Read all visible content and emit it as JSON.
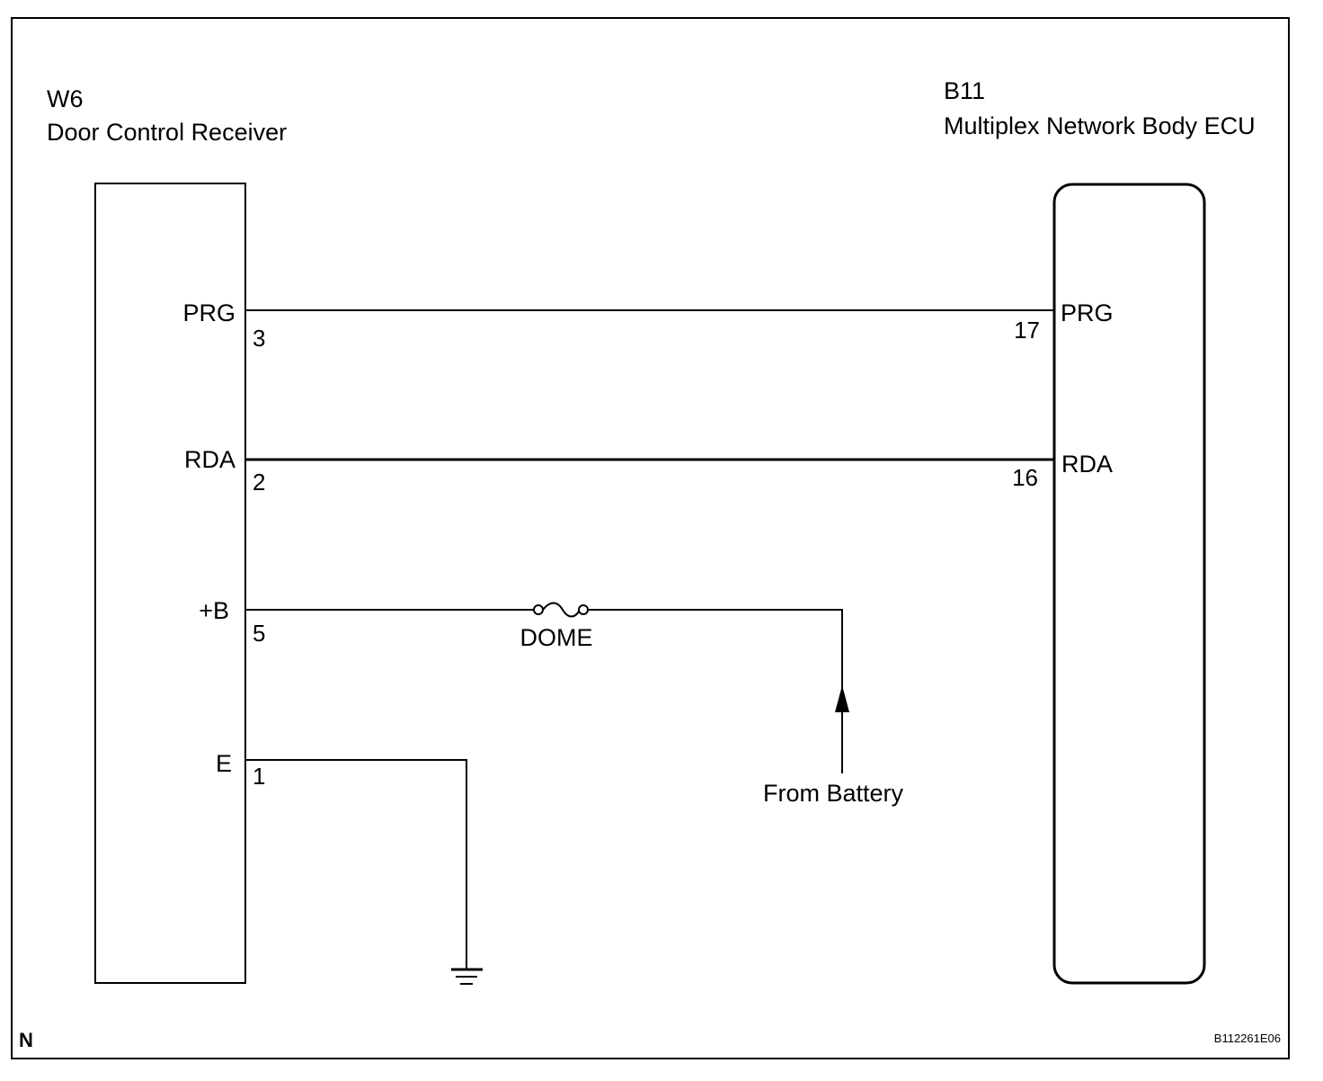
{
  "left_component": {
    "id": "W6",
    "name": "Door Control Receiver",
    "pins": [
      {
        "label": "PRG",
        "number": "3"
      },
      {
        "label": "RDA",
        "number": "2"
      },
      {
        "label": "+B",
        "number": "5"
      },
      {
        "label": "E",
        "number": "1"
      }
    ]
  },
  "right_component": {
    "id": "B11",
    "name": "Multiplex Network Body ECU",
    "pins": [
      {
        "label": "PRG",
        "number": "17"
      },
      {
        "label": "RDA",
        "number": "16"
      }
    ]
  },
  "fuse": {
    "label": "DOME"
  },
  "source": {
    "label": "From Battery"
  },
  "corner_mark": "N",
  "figure_code": "B112261E06"
}
